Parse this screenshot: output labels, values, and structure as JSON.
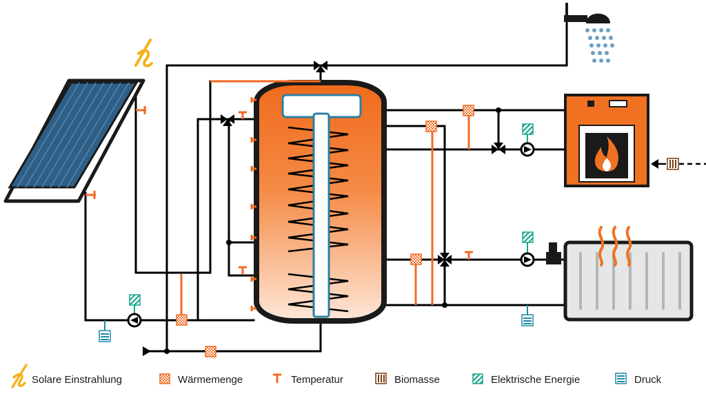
{
  "legend": {
    "items": [
      {
        "key": "solar",
        "label": "Solare Einstrahlung"
      },
      {
        "key": "heat",
        "label": "Wärmemenge"
      },
      {
        "key": "temp",
        "label": "Temperatur"
      },
      {
        "key": "bio",
        "label": "Biomasse"
      },
      {
        "key": "elec",
        "label": "Elektrische Energie"
      },
      {
        "key": "press",
        "label": "Druck"
      }
    ]
  },
  "colors": {
    "pipe": "#000000",
    "sensor_orange": "#f26a21",
    "sensor_teal": "#1aa68a",
    "pressure_blue": "#1f8aa8",
    "solar_yellow": "#f5b21c",
    "tank_top": "#ef6a1c",
    "tank_bottom": "#fde7d8",
    "coil_pipe": "#ffffff",
    "coil_outline": "#2b7fa3",
    "panel_glass": "#2f5f86",
    "radiator_fill": "#e6e6e6",
    "water_drop": "#6e9fbf",
    "boiler_orange": "#f07122"
  },
  "icons": {
    "solar_panel": "solar-collector-icon",
    "tank": "buffer-tank-icon",
    "boiler": "biomass-boiler-icon",
    "radiator": "radiator-icon",
    "shower": "shower-icon"
  }
}
